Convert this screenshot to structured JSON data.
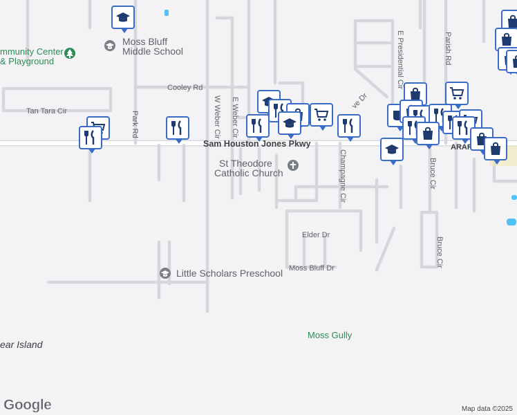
{
  "streets": {
    "sam_houston": "Sam Houston Jones Pkwy",
    "cooley": "Cooley Rd",
    "tan_tara": "Tan Tara Cir",
    "park": "Park Rd",
    "w_weber": "W Weber Cir",
    "e_weber": "E Weber Cir",
    "champagne": "Champagne Cir",
    "e_presidential": "E Presidential Cir",
    "parish": "Parish Rd",
    "bruce_1": "Bruce Cir",
    "bruce_2": "Bruce Cir",
    "elder": "Elder Dr",
    "moss_bluff_dr": "Moss Bluff Dr",
    "partial_dr": "ve Dr",
    "ararat": "ARARAT"
  },
  "places": {
    "community_center": "mmunity Center",
    "playground": "& Playground",
    "moss_bluff_ms_1": "Moss Bluff",
    "moss_bluff_ms_2": "Middle School",
    "st_theodore_1": "St Theodore",
    "st_theodore_2": "Catholic Church",
    "little_scholars": "Little Scholars Preschool",
    "moss_gully": "Moss Gully",
    "bear_island": "ear Island"
  },
  "brand": "Google",
  "attribution": "Map data ©2025",
  "colors": {
    "pin_border": "#3a6bc7",
    "icon_fill": "#1f3a6e",
    "road": "#ffffff",
    "road_casing": "#d7d9de",
    "park_green": "#2e8b57",
    "water": "#4fc3f7"
  }
}
